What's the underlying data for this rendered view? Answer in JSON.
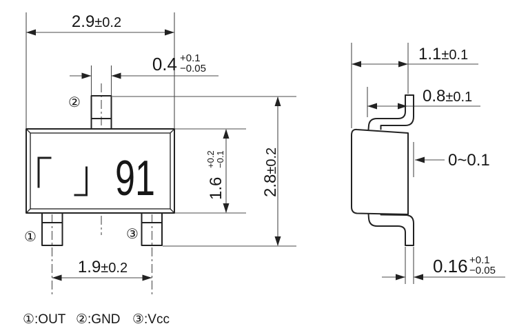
{
  "front_view": {
    "dim_body_width": {
      "value": "2.9",
      "tol": "±0.2"
    },
    "dim_center_pin_width": {
      "value": "0.4",
      "tol_plus": "+0.1",
      "tol_minus": "−0.05"
    },
    "dim_body_height": {
      "value": "1.6",
      "tol_plus": "+0.2",
      "tol_minus": "−0.1"
    },
    "dim_overall_height": {
      "value": "2.8",
      "tol": "±0.2"
    },
    "dim_pin_pitch": {
      "value": "1.9",
      "tol": "±0.2"
    },
    "marking_code": "91",
    "pin1_label": "①",
    "pin2_label": "②",
    "pin3_label": "③"
  },
  "side_view": {
    "dim_overall_thickness": {
      "value": "1.1",
      "tol": "±0.1"
    },
    "dim_body_thickness": {
      "value": "0.8",
      "tol": "±0.1"
    },
    "dim_standoff": "0~0.1",
    "dim_lead_thickness": {
      "value": "0.16",
      "tol_plus": "+0.1",
      "tol_minus": "−0.05"
    }
  },
  "legend": {
    "pin1": "①:OUT",
    "pin2": "②:GND",
    "pin3": "③:Vcc"
  }
}
